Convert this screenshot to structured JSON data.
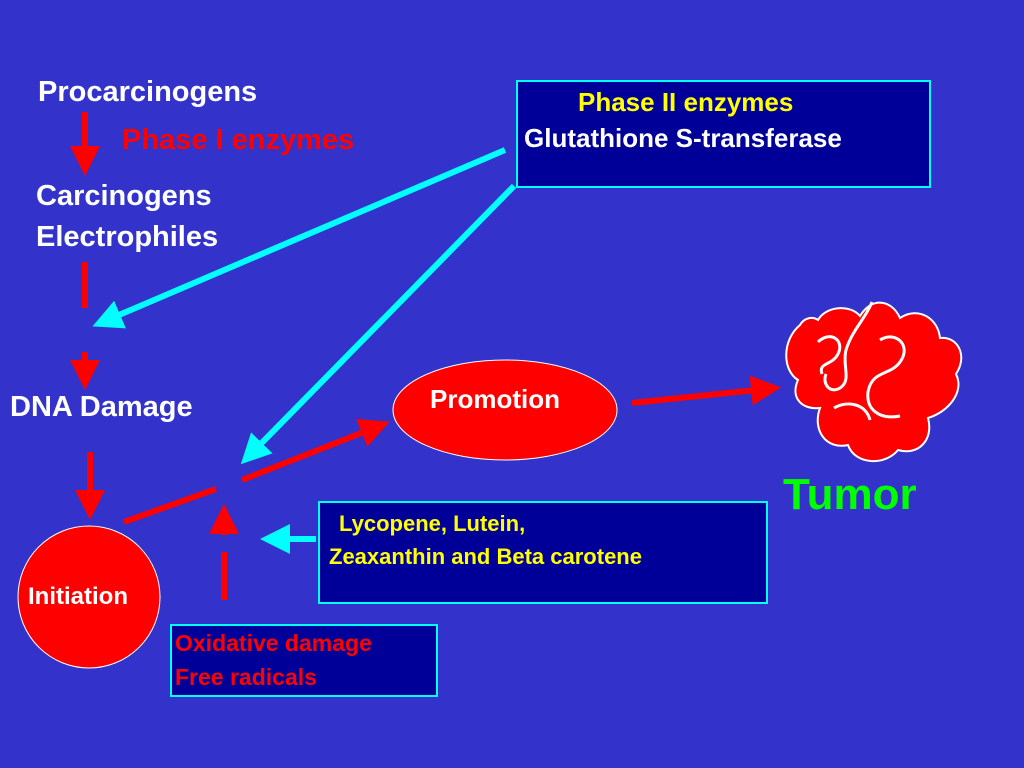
{
  "colors": {
    "background": "#3333cc",
    "red_arrow": "#ff0000",
    "cyan_arrow": "#00ffff",
    "box_fill": "#000099",
    "tumor_label": "#00ff00"
  },
  "labels": {
    "procarcinogens": "Procarcinogens",
    "phase1": "Phase I enzymes",
    "carcinogens": "Carcinogens",
    "electrophiles": "Electrophiles",
    "dna_damage": "DNA Damage",
    "initiation": "Initiation",
    "promotion": "Promotion",
    "tumor": "Tumor"
  },
  "phase2_box": {
    "title": "Phase II enzymes",
    "enzyme": "Glutathione S-transferase"
  },
  "carotenoid_box": {
    "line1": "Lycopene, Lutein,",
    "line2": "Zeaxanthin and Beta carotene"
  },
  "oxidative_box": {
    "line1": "Oxidative damage",
    "line2": "Free radicals"
  }
}
